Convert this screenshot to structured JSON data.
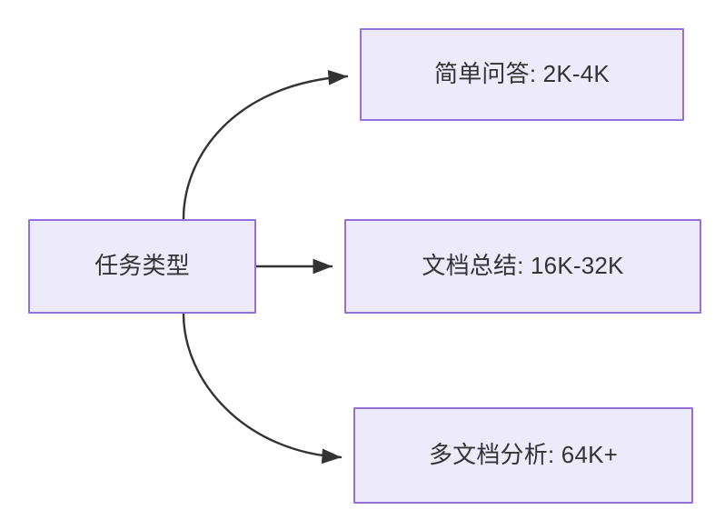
{
  "diagram": {
    "title": "任务类型",
    "type": "flowchart",
    "direction": "left-to-right",
    "colors": {
      "node_fill": "#ECEAFB",
      "node_border": "#9370DB",
      "text": "#333333",
      "edge": "#333333",
      "background": "#FFFFFF"
    },
    "root": {
      "id": "root",
      "label": "任务类型"
    },
    "nodes": [
      {
        "id": "simple-qa",
        "label": "简单问答: 2K-4K"
      },
      {
        "id": "doc-sum",
        "label": "文档总结: 16K-32K"
      },
      {
        "id": "multi-doc",
        "label": "多文档分析: 64K+"
      }
    ],
    "edges": [
      {
        "from": "root",
        "to": "simple-qa",
        "style": "curved",
        "arrow": "triangle",
        "label": ""
      },
      {
        "from": "root",
        "to": "doc-sum",
        "style": "straight",
        "arrow": "triangle",
        "label": ""
      },
      {
        "from": "root",
        "to": "multi-doc",
        "style": "curved",
        "arrow": "triangle",
        "label": ""
      }
    ]
  }
}
